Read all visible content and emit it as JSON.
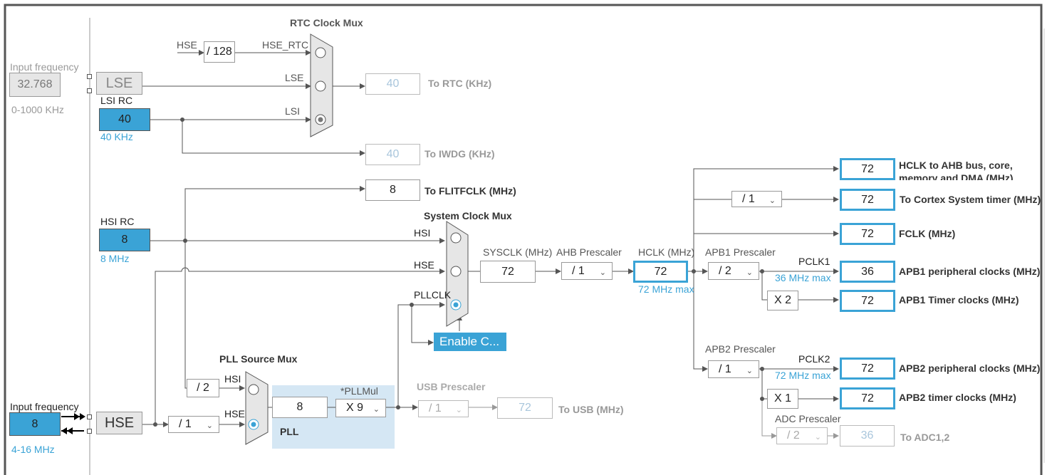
{
  "colors": {
    "accent": "#3aa3d6",
    "wire": "#555555",
    "panel": "#d5e7f4"
  },
  "lse_input": {
    "label": "Input frequency",
    "value": "32.768",
    "range": "0-1000 KHz"
  },
  "hse_input": {
    "label": "Input frequency",
    "value": "8",
    "range": "4-16 MHz"
  },
  "lse": {
    "label": "LSE"
  },
  "lsi": {
    "title": "LSI RC",
    "value": "40",
    "unit": "40 KHz"
  },
  "hsi": {
    "title": "HSI RC",
    "value": "8",
    "unit": "8 MHz"
  },
  "hse": {
    "label": "HSE"
  },
  "rtc_mux": {
    "title": "RTC Clock Mux",
    "hse_label": "HSE",
    "div_value": "/ 128",
    "hse_rtc": "HSE_RTC",
    "lse_in": "LSE",
    "lsi_in": "LSI"
  },
  "outputs": {
    "rtc": {
      "value": "40",
      "label": "To RTC (KHz)"
    },
    "iwdg": {
      "value": "40",
      "label": "To IWDG (KHz)"
    },
    "flitf": {
      "value": "8",
      "label": "To FLITFCLK (MHz)"
    },
    "usb": {
      "value": "72",
      "label": "To USB (MHz)"
    }
  },
  "sysclk_mux": {
    "title": "System Clock Mux",
    "hsi": "HSI",
    "hse": "HSE",
    "pllclk": "PLLCLK",
    "enable_btn": "Enable C..."
  },
  "pll_mux": {
    "title": "PLL Source Mux",
    "hsi": "HSI",
    "hse": "HSE",
    "hsi_div": "/ 2",
    "hse_div": "/ 1"
  },
  "pll": {
    "label": "PLL",
    "mul_label": "*PLLMul",
    "input_value": "8",
    "mul_value": "X 9"
  },
  "usb_prescaler": {
    "label": "USB Prescaler",
    "value": "/ 1"
  },
  "sysclk": {
    "label": "SYSCLK (MHz)",
    "value": "72"
  },
  "ahb": {
    "label": "AHB Prescaler",
    "value": "/ 1"
  },
  "hclk": {
    "label": "HCLK (MHz)",
    "value": "72",
    "max": "72 MHz max"
  },
  "cortex_div": {
    "value": "/ 1"
  },
  "apb1": {
    "label": "APB1 Prescaler",
    "value": "/ 2",
    "pclk": "PCLK1",
    "max": "36 MHz max",
    "timer_mul": "X 2"
  },
  "apb2": {
    "label": "APB2 Prescaler",
    "value": "/ 1",
    "pclk": "PCLK2",
    "max": "72 MHz max",
    "timer_mul": "X 1"
  },
  "adc": {
    "label": "ADC Prescaler",
    "value": "/ 2",
    "out_value": "36",
    "out_label": "To ADC1,2"
  },
  "right_outputs": [
    {
      "value": "72",
      "label": "HCLK to AHB bus, core, memory and DMA (MHz)"
    },
    {
      "value": "72",
      "label": "To Cortex System timer (MHz)"
    },
    {
      "value": "72",
      "label": "FCLK (MHz)"
    },
    {
      "value": "36",
      "label": "APB1 peripheral clocks (MHz)"
    },
    {
      "value": "72",
      "label": "APB1 Timer clocks (MHz)"
    },
    {
      "value": "72",
      "label": "APB2 peripheral clocks (MHz)"
    },
    {
      "value": "72",
      "label": "APB2 timer clocks (MHz)"
    }
  ]
}
